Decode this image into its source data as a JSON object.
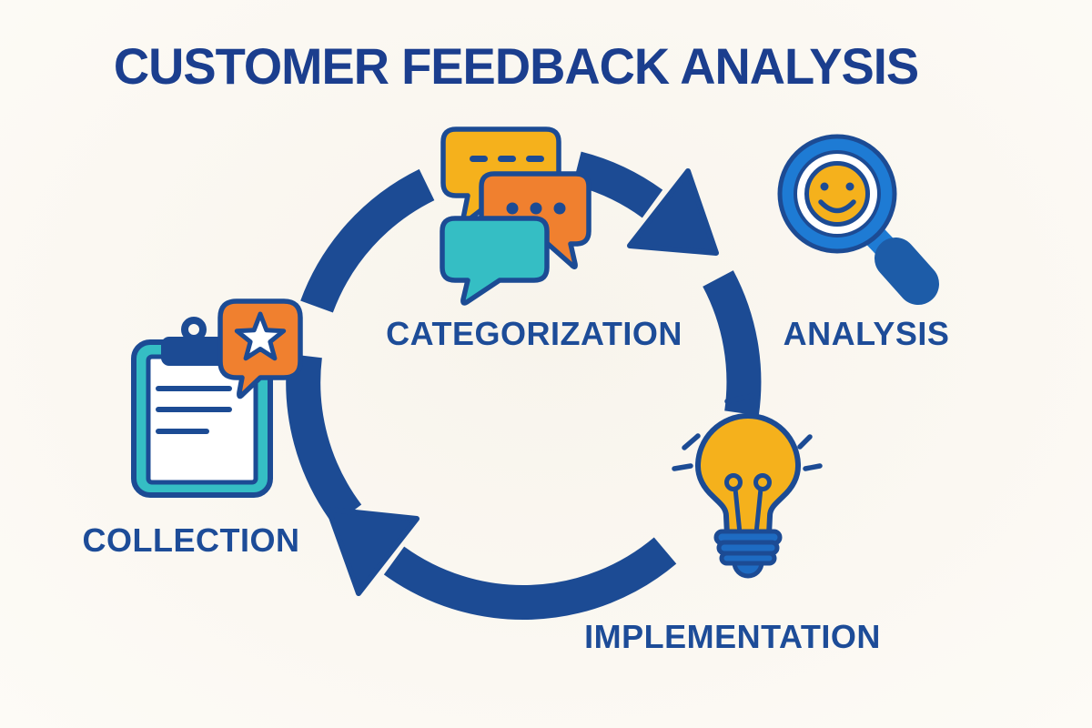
{
  "title": {
    "text": "CUSTOMER FEEDBACK ANALYSIS"
  },
  "diagram": {
    "type": "cycle",
    "direction": "clockwise",
    "arrowheads": 2
  },
  "stages": [
    {
      "id": "collection",
      "label": "COLLECTION",
      "icon": "clipboard-star-icon"
    },
    {
      "id": "categorization",
      "label": "CATEGORIZATION",
      "icon": "speech-bubbles-icon"
    },
    {
      "id": "analysis",
      "label": "ANALYSIS",
      "icon": "magnifier-smiley-icon"
    },
    {
      "id": "implementation",
      "label": "IMPLEMENTATION",
      "icon": "lightbulb-icon"
    }
  ],
  "colors": {
    "background": "#FBF8F2",
    "navy": "#1C4B94",
    "title_navy": "#1B3E8E",
    "label_navy": "#1D4C98",
    "yellow": "#F5B11C",
    "orange": "#F0802F",
    "teal": "#35BEC4",
    "bright_blue": "#1E7BD4",
    "mid_blue": "#1D5CA8",
    "bulb_base_blue": "#1E6BC2",
    "white": "#FFFFFF"
  }
}
